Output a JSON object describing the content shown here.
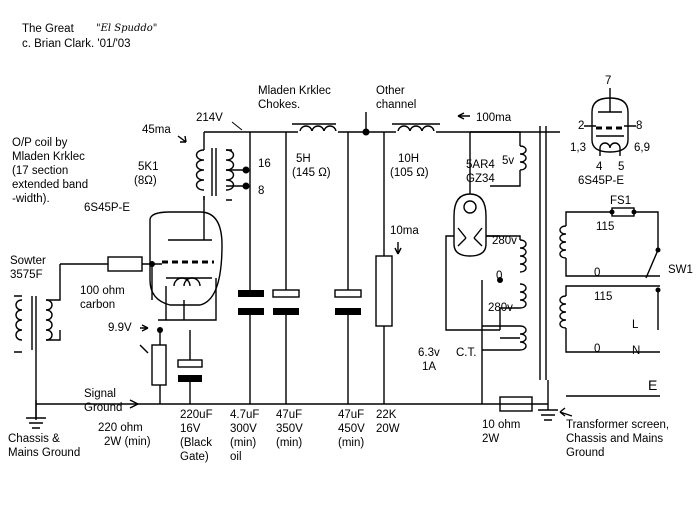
{
  "title": {
    "prefix": "The Great",
    "name": "\"El Spuddo\"",
    "credit": "c. Brian Clark. '01/'03"
  },
  "labels": {
    "op_coil": [
      "O/P coil by",
      "Mladen Krklec",
      "(17 section",
      "extended band",
      "-width)."
    ],
    "tube_left": "6S45P-E",
    "sowter": [
      "Sowter",
      "3575F"
    ],
    "grid_res": [
      "100 ohm",
      "carbon"
    ],
    "cathode_v": "9.9V",
    "signal_ground": [
      "Signal",
      "Ground"
    ],
    "chassis_ground": [
      "Chassis &",
      "Mains Ground"
    ],
    "cathode_res": [
      "220 ohm",
      "2W (min)"
    ],
    "current_45": "45ma",
    "v214": "214V",
    "trans_imp": [
      "5K1",
      "(8Ω)"
    ],
    "tap16": "16",
    "tap8": "8",
    "chokes": [
      "Mladen Krklec",
      "Chokes."
    ],
    "other_channel": [
      "Other",
      "channel"
    ],
    "choke1": [
      "5H",
      "(145 Ω)"
    ],
    "choke2": [
      "10H",
      "(105 Ω)"
    ],
    "current_100": "100ma",
    "current_10": "10ma",
    "rectifier": [
      "5AR4",
      "GZ34"
    ],
    "v5": "5v",
    "v280a": "280v",
    "v280b": "280v",
    "zero_sec": "0",
    "heater": [
      "6.3v",
      "1A"
    ],
    "ct": "C.T.",
    "ohm10": [
      "10 ohm",
      "2W"
    ],
    "transformer_screen": [
      "Transformer screen,",
      "Chassis and Mains",
      "Ground"
    ],
    "pinout_tube": "6S45P-E",
    "pin7": "7",
    "pin2": "2",
    "pin8": "8",
    "pin13": "1,3",
    "pin69": "6,9",
    "pin4": "4",
    "pin5": "5",
    "fs1": "FS1",
    "sw1": "SW1",
    "tap115a": "115",
    "tap0a": "0",
    "tap115b": "115",
    "tap0b": "0",
    "L": "L",
    "N": "N",
    "E": "E",
    "caps": [
      [
        "220uF",
        "16V",
        "(Black",
        "Gate)"
      ],
      [
        "4.7uF",
        "300V",
        "(min)",
        "oil"
      ],
      [
        "47uF",
        "350V",
        "(min)"
      ],
      [
        "47uF",
        "450V",
        "(min)"
      ],
      [
        "22K",
        "20W"
      ]
    ]
  }
}
